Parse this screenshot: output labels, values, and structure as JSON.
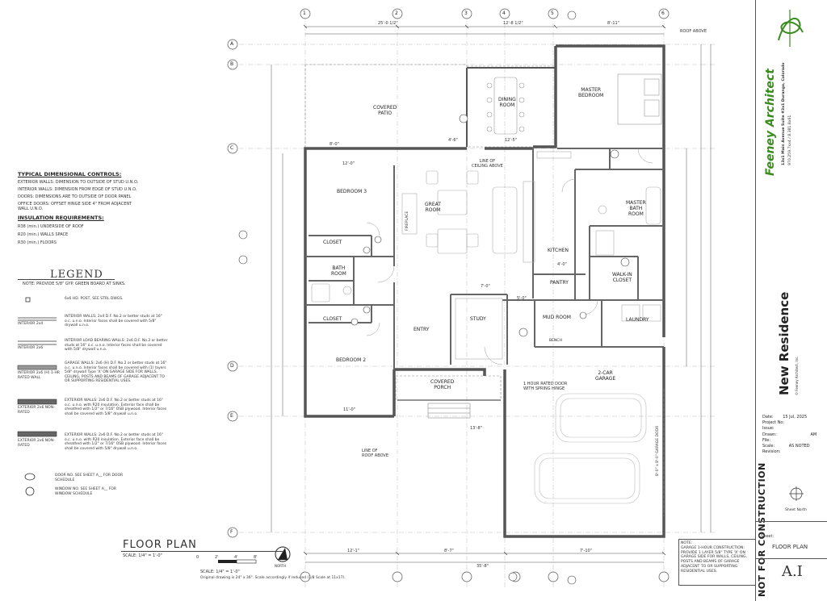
{
  "grid_labels": {
    "columns": [
      "1",
      "2",
      "3",
      "4",
      "5",
      "6"
    ],
    "rows": [
      "A",
      "B",
      "C",
      "D",
      "E",
      "F"
    ]
  },
  "rooms": {
    "covered_patio": "COVERED\nPATIO",
    "dining_room": "DINING\nROOM",
    "master_bedroom": "MASTER\nBEDROOM",
    "bedroom3": "BEDROOM 3",
    "great_room": "GREAT\nROOM",
    "master_bath": "MASTER\nBATH\nROOM",
    "kitchen": "KITCHEN",
    "pantry": "PANTRY",
    "walkin_closet": "WALK-IN\nCLOSET",
    "bath_room": "BATH\nROOM",
    "closet": "CLOSET",
    "entry": "ENTRY",
    "study": "STUDY",
    "mud_room": "MUD ROOM",
    "laundry": "LAUNDRY",
    "bedroom2": "BEDROOM 2",
    "covered_porch": "COVERED\nPORCH",
    "garage": "2-CAR\nGARAGE",
    "bench": "BENCH"
  },
  "annotations": {
    "line_ceiling": "LINE OF\nCEILING ABOVE",
    "line_roof": "LINE OF\nROOF ABOVE",
    "roof_above": "ROOF ABOVE",
    "hour_door": "1 HOUR RATED DOOR\nWITH SPRING HINGE",
    "fireplace": "FIREPLACE",
    "garage_door": "8'-0\" x 8'-0\" GARAGE DOOR"
  },
  "dimensions": {
    "top": [
      "25'-0 1/2\"",
      "12'-8 1/2\"",
      "8'-11\""
    ],
    "bottom": [
      "12'-1\"",
      "8'-7\"",
      "7'-10\"",
      "35'-8\""
    ],
    "misc": [
      "8'-0\"",
      "12'-0\"",
      "12'-5\"",
      "4'-6\"",
      "7'-0\"",
      "5'-0\"",
      "11'-0\"",
      "13'-8\"",
      "4'-0\""
    ]
  },
  "typical": {
    "title": "TYPICAL DIMENSIONAL CONTROLS:",
    "lines": [
      "EXTERIOR WALLS: DIMENSION TO OUTSIDE OF STUD U.N.O.",
      "INTERIOR WALLS: DIMENSION FROM EDGE OF STUD U.N.O.",
      "DOORS: DIMENSIONS ARE TO OUTSIDE OF DOOR PANEL",
      "OFFICE DOORS: OFFSET HINGE SIDE 4\" FROM ADJACENT WALL U.N.O."
    ]
  },
  "insulation": {
    "title": "INSULATION REQUIREMENTS:",
    "lines": [
      "R38 (min.) UNDERSIDE OF ROOF",
      "R20 (min.)   WALLS SPACE",
      "R30 (min.)   FLOORS"
    ]
  },
  "legend": {
    "title": "LEGEND",
    "note": "NOTE: PROVIDE 5/8\" GYP. GREEN BOARD AT SINKS.",
    "items": [
      {
        "label": "",
        "text": "6x6 HD. POST, SEE STRL DWGS."
      },
      {
        "label": "INTERIOR 2x4",
        "text": "INTERIOR WALLS: 2x4 D.F. No.2 or better studs at 16\" o.c. u.n.o. Interior faces shall be covered with 5/8\" drywall u.n.o."
      },
      {
        "label": "INTERIOR 2x6",
        "text": "INTERIOR LOAD BEARING WALLS: 2x6 D.F. No.2 or better studs at 16\" o.c. u.n.o. Interior faces shall be covered with 5/8\" drywall u.n.o."
      },
      {
        "label": "INTERIOR 2x6 (H) 1-HR RATED WALL",
        "text": "GARAGE WALLS: 2x6 (H) D.F. No.2 or better studs at 16\" o.c. u.n.o. Interior faces shall be covered with (1) layers 5/8\" drywall Type 'X' ON GARAGE SIDE FOR WALLS, CEILING, POSTS AND BEAMS OF GARAGE ADJACENT TO OR SUPPORTING RESIDENTIAL USES."
      },
      {
        "label": "EXTERIOR 2x6 NON-RATED",
        "text": "EXTERIOR WALLS: 2x6 D.F. No.2 or better studs at 16\" o.c. u.n.o. with R20 insulation. Exterior face shall be sheathed with 1/2\" or 7/16\" OSB plywood. Interior faces shall be covered with 5/8\" drywall u.n.o."
      },
      {
        "label": "EXTERIOR 2x6 NON-RATED",
        "text": "EXTERIOR WALLS: 2x6 D.F. No.2 or better studs at 16\" o.c. u.n.o. with R20 insulation. Exterior face shall be sheathed with 1/2\" or 7/16\" OSB plywood. Interior faces shall be covered with 5/8\" drywall u.n.o."
      },
      {
        "label": "",
        "text": "DOOR NO. SEE SHEET A__ FOR DOOR SCHEDULE"
      },
      {
        "label": "",
        "text": "WINDOW NO. SEE SHEET A__ FOR WINDOW SCHEDULE"
      }
    ]
  },
  "floor_plan": {
    "title": "FLOOR PLAN",
    "scale": "SCALE: 1/4\" = 1'-0\"",
    "bar_scale": "SCALE: 1/4\" = 1'-0\"",
    "bar_ticks": [
      "0",
      "2'",
      "4'",
      "8'"
    ],
    "original": "Original drawing is 24\" x 36\". Scale accordingly if reduced (1/8 Scale at 11x17).",
    "north": "NORTH"
  },
  "garage_note": "NOTE:\nGARAGE 1-HOUR CONSTRUCTION:\nPROVIDE 1 LAYER 5/8\" TYPE 'X' ON\nGARAGE SIDE FOR WALLS, CEILING,\nPOSTS AND BEAMS OF GARAGE\nADJACENT TO OR SUPPORTING\nRESIDENTIAL USES.",
  "not_for_construction": "NOT FOR CONSTRUCTION",
  "title_block": {
    "firm": "Feeney Architect",
    "address": "13x1 Main Avenue  Suite #3x1  Durango, Colorado",
    "phones": "970.259.7xx4  / 8.381.8x61",
    "copyright": "© Feeney Architect, Inc.",
    "project": "New Residence",
    "date_label": "Date:",
    "date": "15 Jul, 2025",
    "project_no_label": "Project No:",
    "issue_label": "Issue:",
    "drawn_label": "Drawn:",
    "drawn": "AM",
    "file_label": "File:",
    "scale_label": "Scale:",
    "scale": "AS NOTED",
    "revision_label": "Revision:",
    "sheet_north": "Sheet North",
    "sheet_label": "Sheet:",
    "sheet_title": "FLOOR PLAN",
    "sheet_no": "A.I"
  },
  "colors": {
    "ink": "#333333",
    "wall": "#555555",
    "firm_green": "#3a8c1e"
  }
}
